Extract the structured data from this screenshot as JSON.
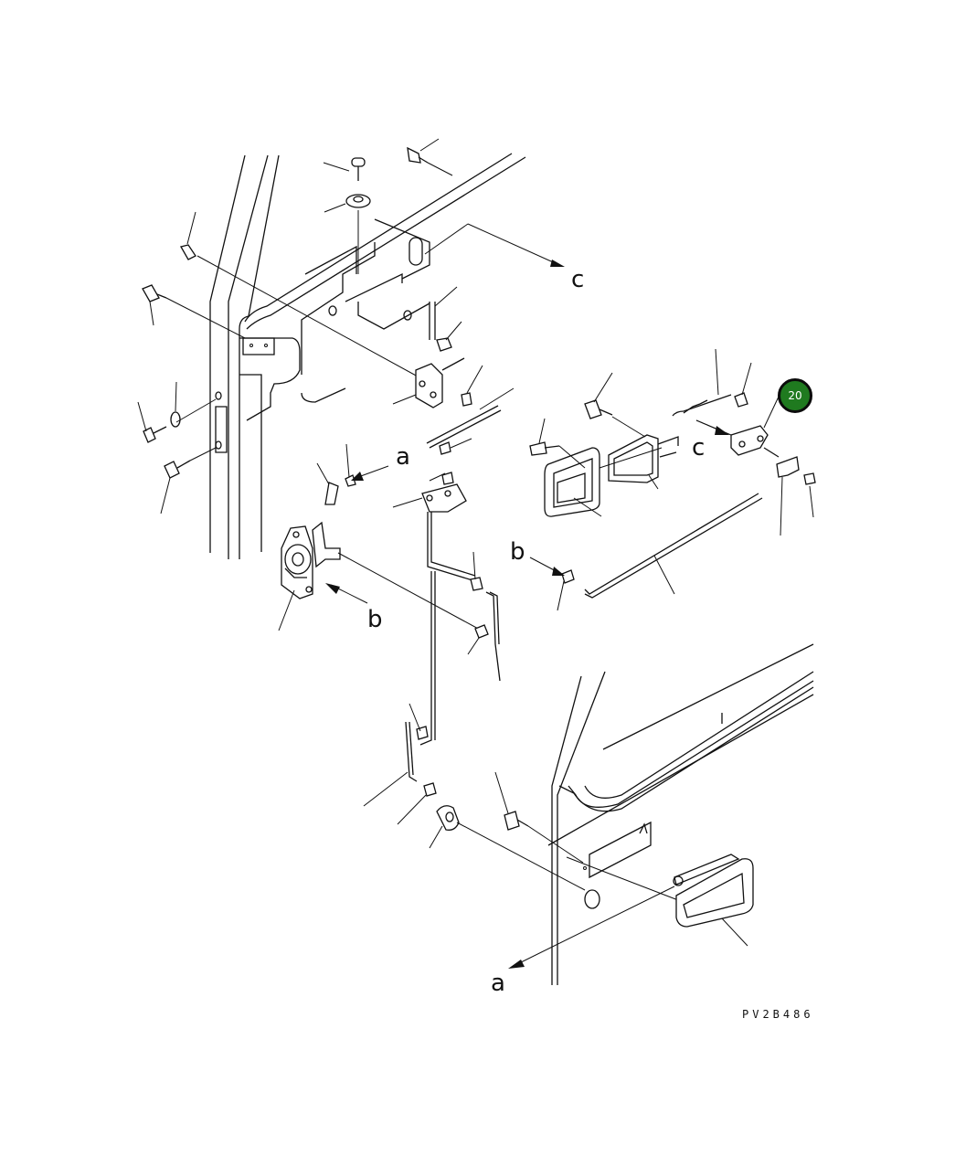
{
  "diagram": {
    "drawing_code": "PV2B486",
    "view_markers": {
      "c_top": "c",
      "c_right": "c",
      "a_middle": "a",
      "b_left": "b",
      "b_right": "b",
      "a_bottom": "a"
    },
    "callout": {
      "number": "20",
      "color": "#1f7a1f"
    }
  }
}
